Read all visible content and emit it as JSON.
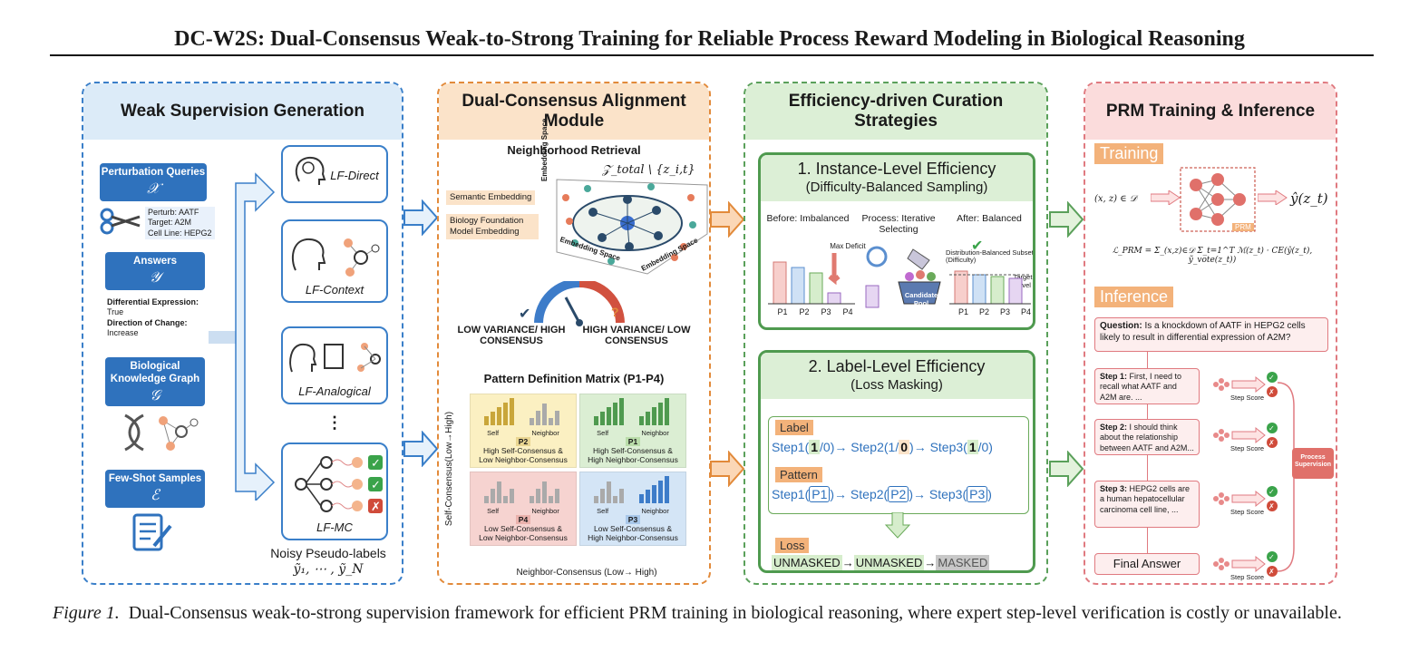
{
  "title": "DC-W2S: Dual-Consensus Weak-to-Strong Training for Reliable Process Reward Modeling in Biological Reasoning",
  "panel1": {
    "header": "Weak Supervision Generation",
    "perturbation": {
      "label": "Perturbation Queries",
      "symbol": "𝒳",
      "lines": [
        "Perturb: AATF",
        "Target: A2M",
        "Cell Line: HEPG2"
      ]
    },
    "answers": {
      "label": "Answers",
      "symbol": "𝒴",
      "l1": "Differential Expression:",
      "v1": "True",
      "l2": "Direction of Change:",
      "v2": "Increase"
    },
    "kg": {
      "label": "Biological Knowledge Graph",
      "symbol": "𝒢"
    },
    "fewshot": {
      "label": "Few-Shot Samples",
      "symbol": "ℰ"
    },
    "lf": [
      "LF-Direct",
      "LF-Context",
      "LF-Analogical",
      "LF-MC"
    ],
    "dots": "⋮",
    "noisy_label": "Noisy Pseudo-labels",
    "noisy_symbol": "ỹ₁, ⋯ , ỹ_N"
  },
  "panel2": {
    "header": "Dual-Consensus Alignment Module",
    "neighborhood": "Neighborhood Retrieval",
    "z_total": "𝒵_total \\ {z_i,t}",
    "semantic": "Semantic Embedding",
    "bio": "Biology Foundation Model Embedding",
    "emb_space": "Embedding Space",
    "low_var": "LOW VARIANCE/ HIGH CONSENSUS",
    "high_var": "HIGH VARIANCE/ LOW CONSENSUS",
    "matrix_title": "Pattern Definition Matrix (P1-P4)",
    "y_axis": "Self-Consensus(Low→High)",
    "x_axis": "Neighbor-Consensus (Low→ High)",
    "self": "Self",
    "neighbor": "Neighbor",
    "cells": [
      {
        "tag": "P2",
        "l1": "High Self-Consensus &",
        "l2": "Low Neighbor-Consensus",
        "color": "#fbf0c2"
      },
      {
        "tag": "P1",
        "l1": "High Self-Consensus &",
        "l2": "High Neighbor-Consensus",
        "color": "#dbeed3"
      },
      {
        "tag": "P4",
        "l1": "Low Self-Consensus &",
        "l2": "Low Neighbor-Consensus",
        "color": "#f6d3d0"
      },
      {
        "tag": "P3",
        "l1": "Low Self-Consensus &",
        "l2": "High Neighbor-Consensus",
        "color": "#d4e5f6"
      }
    ]
  },
  "panel3": {
    "header": "Efficiency-driven Curation Strategies",
    "box1_title": "1. Instance-Level Efficiency",
    "box1_sub": "(Difficulty-Balanced Sampling)",
    "before": "Before: Imbalanced",
    "process": "Process: Iterative Selecting",
    "after": "After: Balanced",
    "max_deficit": "Max Deficit",
    "dist_subset": "Distribution-Balanced Subset (Difficulty)",
    "target_level": "Target Level",
    "candidate_pool": "Candidate Pool",
    "p_labels": [
      "P1",
      "P2",
      "P3",
      "P4"
    ],
    "box2_title": "2. Label-Level Efficiency",
    "box2_sub": "(Loss Masking)",
    "label_tag": "Label",
    "label_seq": [
      "Step1(",
      "1",
      "/0)",
      "→ Step2(1/",
      "0",
      ")",
      "→ Step3(",
      "1",
      "/0)"
    ],
    "pattern_tag": "Pattern",
    "pattern_seq": [
      "Step1(",
      "P1",
      ")→ Step2(",
      "P2",
      ")→ Step3(",
      "P3",
      ")"
    ],
    "loss_tag": "Loss",
    "loss_seq": [
      "UNMASKED",
      "→",
      "UNMASKED",
      "→",
      "MASKED"
    ]
  },
  "panel4": {
    "header": "PRM Training & Inference",
    "training": "Training",
    "input": "(x, z) ∈ 𝒟",
    "output": "ŷ(z_t)",
    "prm": "PRM",
    "loss_formula": "ℒ_PRM = Σ_(x,z)∈𝒟 Σ_t=1^T ℳ(z_t) · CE(ŷ(z_t), ỹ_vote(z_t))",
    "inference": "Inference",
    "question_label": "Question:",
    "question": "Is a knockdown of AATF in HEPG2 cells likely to result in differential expression of A2M?",
    "steps": [
      {
        "label": "Step 1:",
        "text": "First, I need to recall what AATF and A2M are. ..."
      },
      {
        "label": "Step 2:",
        "text": "I should think about the relationship between AATF and A2M..."
      },
      {
        "label": "Step 3:",
        "text": "HEPG2 cells are a human hepatocellular carcinoma cell line, ..."
      }
    ],
    "step_score": "Step Score",
    "final_answer": "Final Answer",
    "process_supervision": "Process Supervision"
  },
  "caption": {
    "lead": "Figure 1.",
    "text": "Dual-Consensus weak-to-strong supervision framework for efficient PRM training in biological reasoning, where expert step-level verification is costly or unavailable."
  }
}
